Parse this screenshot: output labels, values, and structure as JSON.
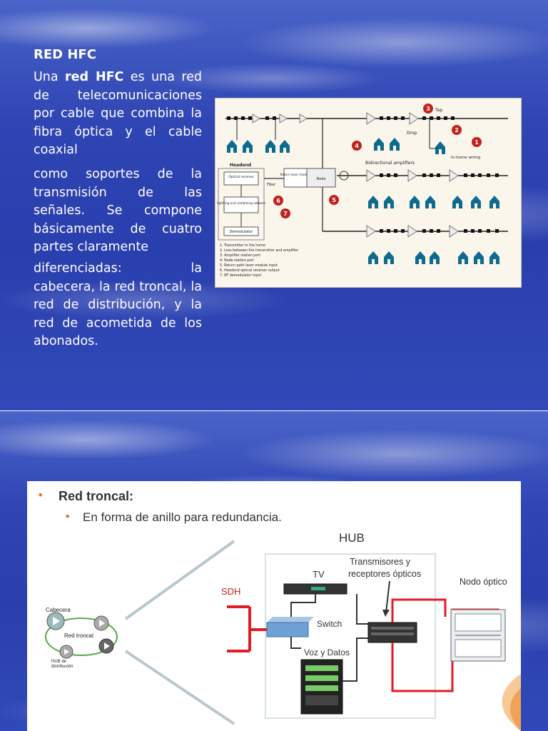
{
  "slide1": {
    "title": "RED HFC",
    "para1_pre": "Una ",
    "para1_bold": "red HFC",
    "para1_post": " es una red de telecomunicaciones por cable que combina la fibra óptica y el cable coaxial",
    "para2": "como soportes de la transmisión de las señales. Se compone básicamente de cuatro partes claramente",
    "para3": "diferenciadas: la cabecera, la red troncal, la red de distribución, y la red de acometida de los abonados.",
    "diagram": {
      "labels": {
        "tap": "Tap",
        "drop": "Drop",
        "in_home": "In-home wiring",
        "bidir": "Bidirectional amplifiers",
        "headend": "Headend",
        "optical_receiver": "Optical receiver",
        "splitting": "Splitting and combining network",
        "demodulator": "Demodulator",
        "return_laser": "Return laser module",
        "node": "Node",
        "fiber": "Fiber"
      },
      "markers": [
        "1",
        "2",
        "3",
        "4",
        "5",
        "6",
        "7"
      ],
      "legend": [
        "1. Transmitter in the home",
        "2. Loss between the transmitter and amplifier",
        "3. Amplifier station port",
        "4. Node station port",
        "5. Return path laser module input",
        "6. Headend optical receiver output",
        "7. RF demodulator input"
      ]
    }
  },
  "slide2": {
    "bullet1": "Red troncal:",
    "bullet2": "En forma de anillo para redundancia.",
    "hub": "HUB",
    "tv": "TV",
    "sdh": "SDH",
    "switch": "Switch",
    "voz": "Voz y Datos",
    "transmisores": "Transmisores y receptores ópticos",
    "transmisores_l1": "Transmisores y",
    "transmisores_l2": "receptores ópticos",
    "nodo": "Nodo óptico",
    "cabecera": "Cabecera",
    "red_troncal": "Red troncal",
    "hub_dist_l1": "HUB de",
    "hub_dist_l2": "distribución"
  },
  "colors": {
    "bullet": "#e07b1d",
    "red_line": "#e21c24",
    "slide_bg": "#2f45b4"
  }
}
